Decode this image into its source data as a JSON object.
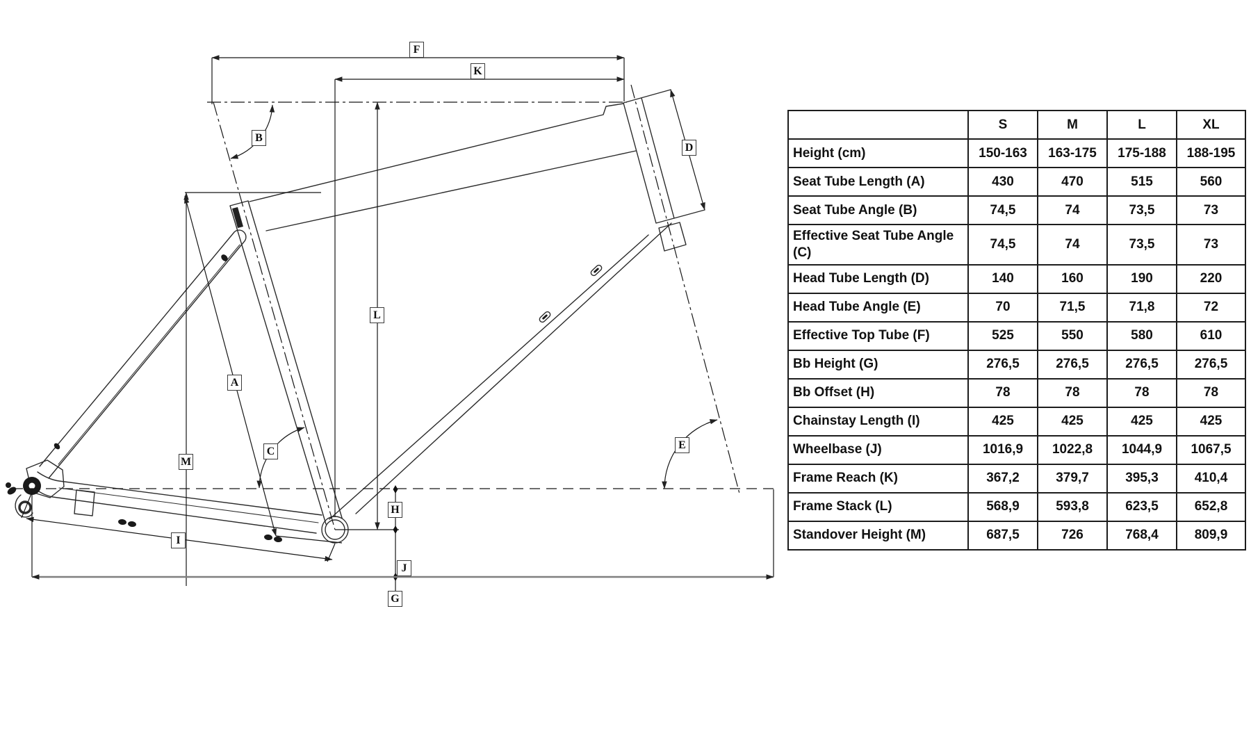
{
  "diagram": {
    "labels": {
      "f": "F",
      "k": "K",
      "b": "B",
      "d": "D",
      "a": "A",
      "c": "C",
      "l": "L",
      "m": "M",
      "e": "E",
      "h": "H",
      "i": "I",
      "j": "J",
      "g": "G"
    }
  },
  "table": {
    "size_columns": [
      "S",
      "M",
      "L",
      "XL"
    ],
    "rows": [
      {
        "label": "Height (cm)",
        "values": [
          "150-163",
          "163-175",
          "175-188",
          "188-195"
        ]
      },
      {
        "label": "Seat Tube Length (A)",
        "values": [
          "430",
          "470",
          "515",
          "560"
        ]
      },
      {
        "label": "Seat Tube Angle (B)",
        "values": [
          "74,5",
          "74",
          "73,5",
          "73"
        ]
      },
      {
        "label": "Effective Seat Tube Angle (C)",
        "values": [
          "74,5",
          "74",
          "73,5",
          "73"
        ]
      },
      {
        "label": "Head Tube Length (D)",
        "values": [
          "140",
          "160",
          "190",
          "220"
        ]
      },
      {
        "label": "Head Tube Angle (E)",
        "values": [
          "70",
          "71,5",
          "71,8",
          "72"
        ]
      },
      {
        "label": "Effective Top Tube (F)",
        "values": [
          "525",
          "550",
          "580",
          "610"
        ]
      },
      {
        "label": "Bb Height (G)",
        "values": [
          "276,5",
          "276,5",
          "276,5",
          "276,5"
        ]
      },
      {
        "label": "Bb Offset (H)",
        "values": [
          "78",
          "78",
          "78",
          "78"
        ]
      },
      {
        "label": "Chainstay Length (I)",
        "values": [
          "425",
          "425",
          "425",
          "425"
        ]
      },
      {
        "label": "Wheelbase (J)",
        "values": [
          "1016,9",
          "1022,8",
          "1044,9",
          "1067,5"
        ]
      },
      {
        "label": "Frame Reach (K)",
        "values": [
          "367,2",
          "379,7",
          "395,3",
          "410,4"
        ]
      },
      {
        "label": "Frame Stack (L)",
        "values": [
          "568,9",
          "593,8",
          "623,5",
          "652,8"
        ]
      },
      {
        "label": "Standover Height (M)",
        "values": [
          "687,5",
          "726",
          "768,4",
          "809,9"
        ]
      }
    ]
  }
}
